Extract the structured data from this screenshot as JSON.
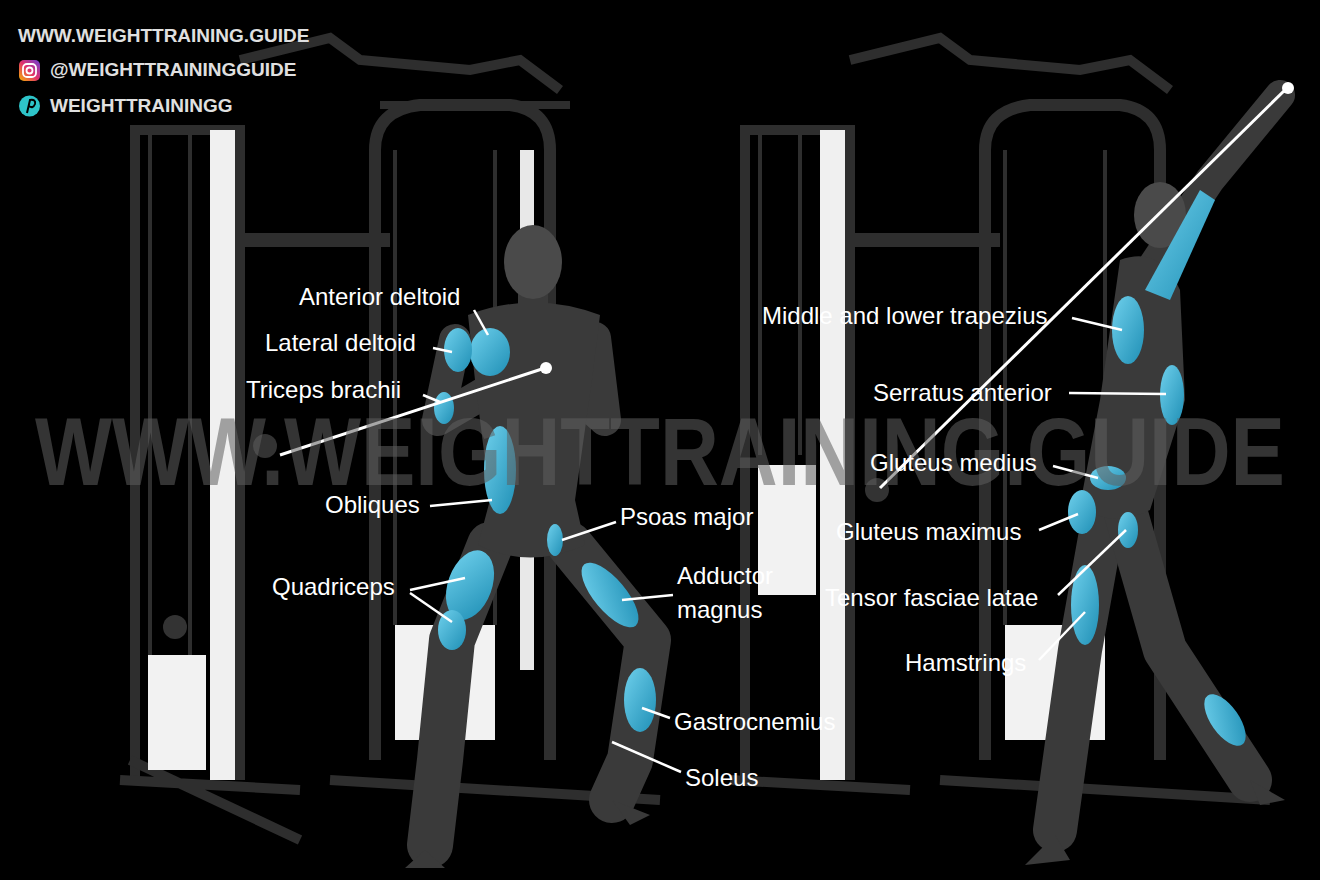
{
  "diagram": {
    "labels": [
      "WWW.WEIGHTTRAINING.GUIDE",
      "@WEIGHTTRAININGGUIDE",
      "WEIGHTTRAININGG",
      "WWW.WEIGHTTRAINING.GUIDE",
      "Anterior deltoid",
      "Lateral deltoid",
      "Triceps brachii",
      "Obliques",
      "Psoas major",
      "Quadriceps",
      "Adductor magnus",
      "Gastrocnemius",
      "Soleus",
      "Middle and lower trapezius",
      "Serratus anterior",
      "Gluteus medius",
      "Gluteus maximus",
      "Tensor fasciae latae",
      "Hamstrings"
    ]
  }
}
